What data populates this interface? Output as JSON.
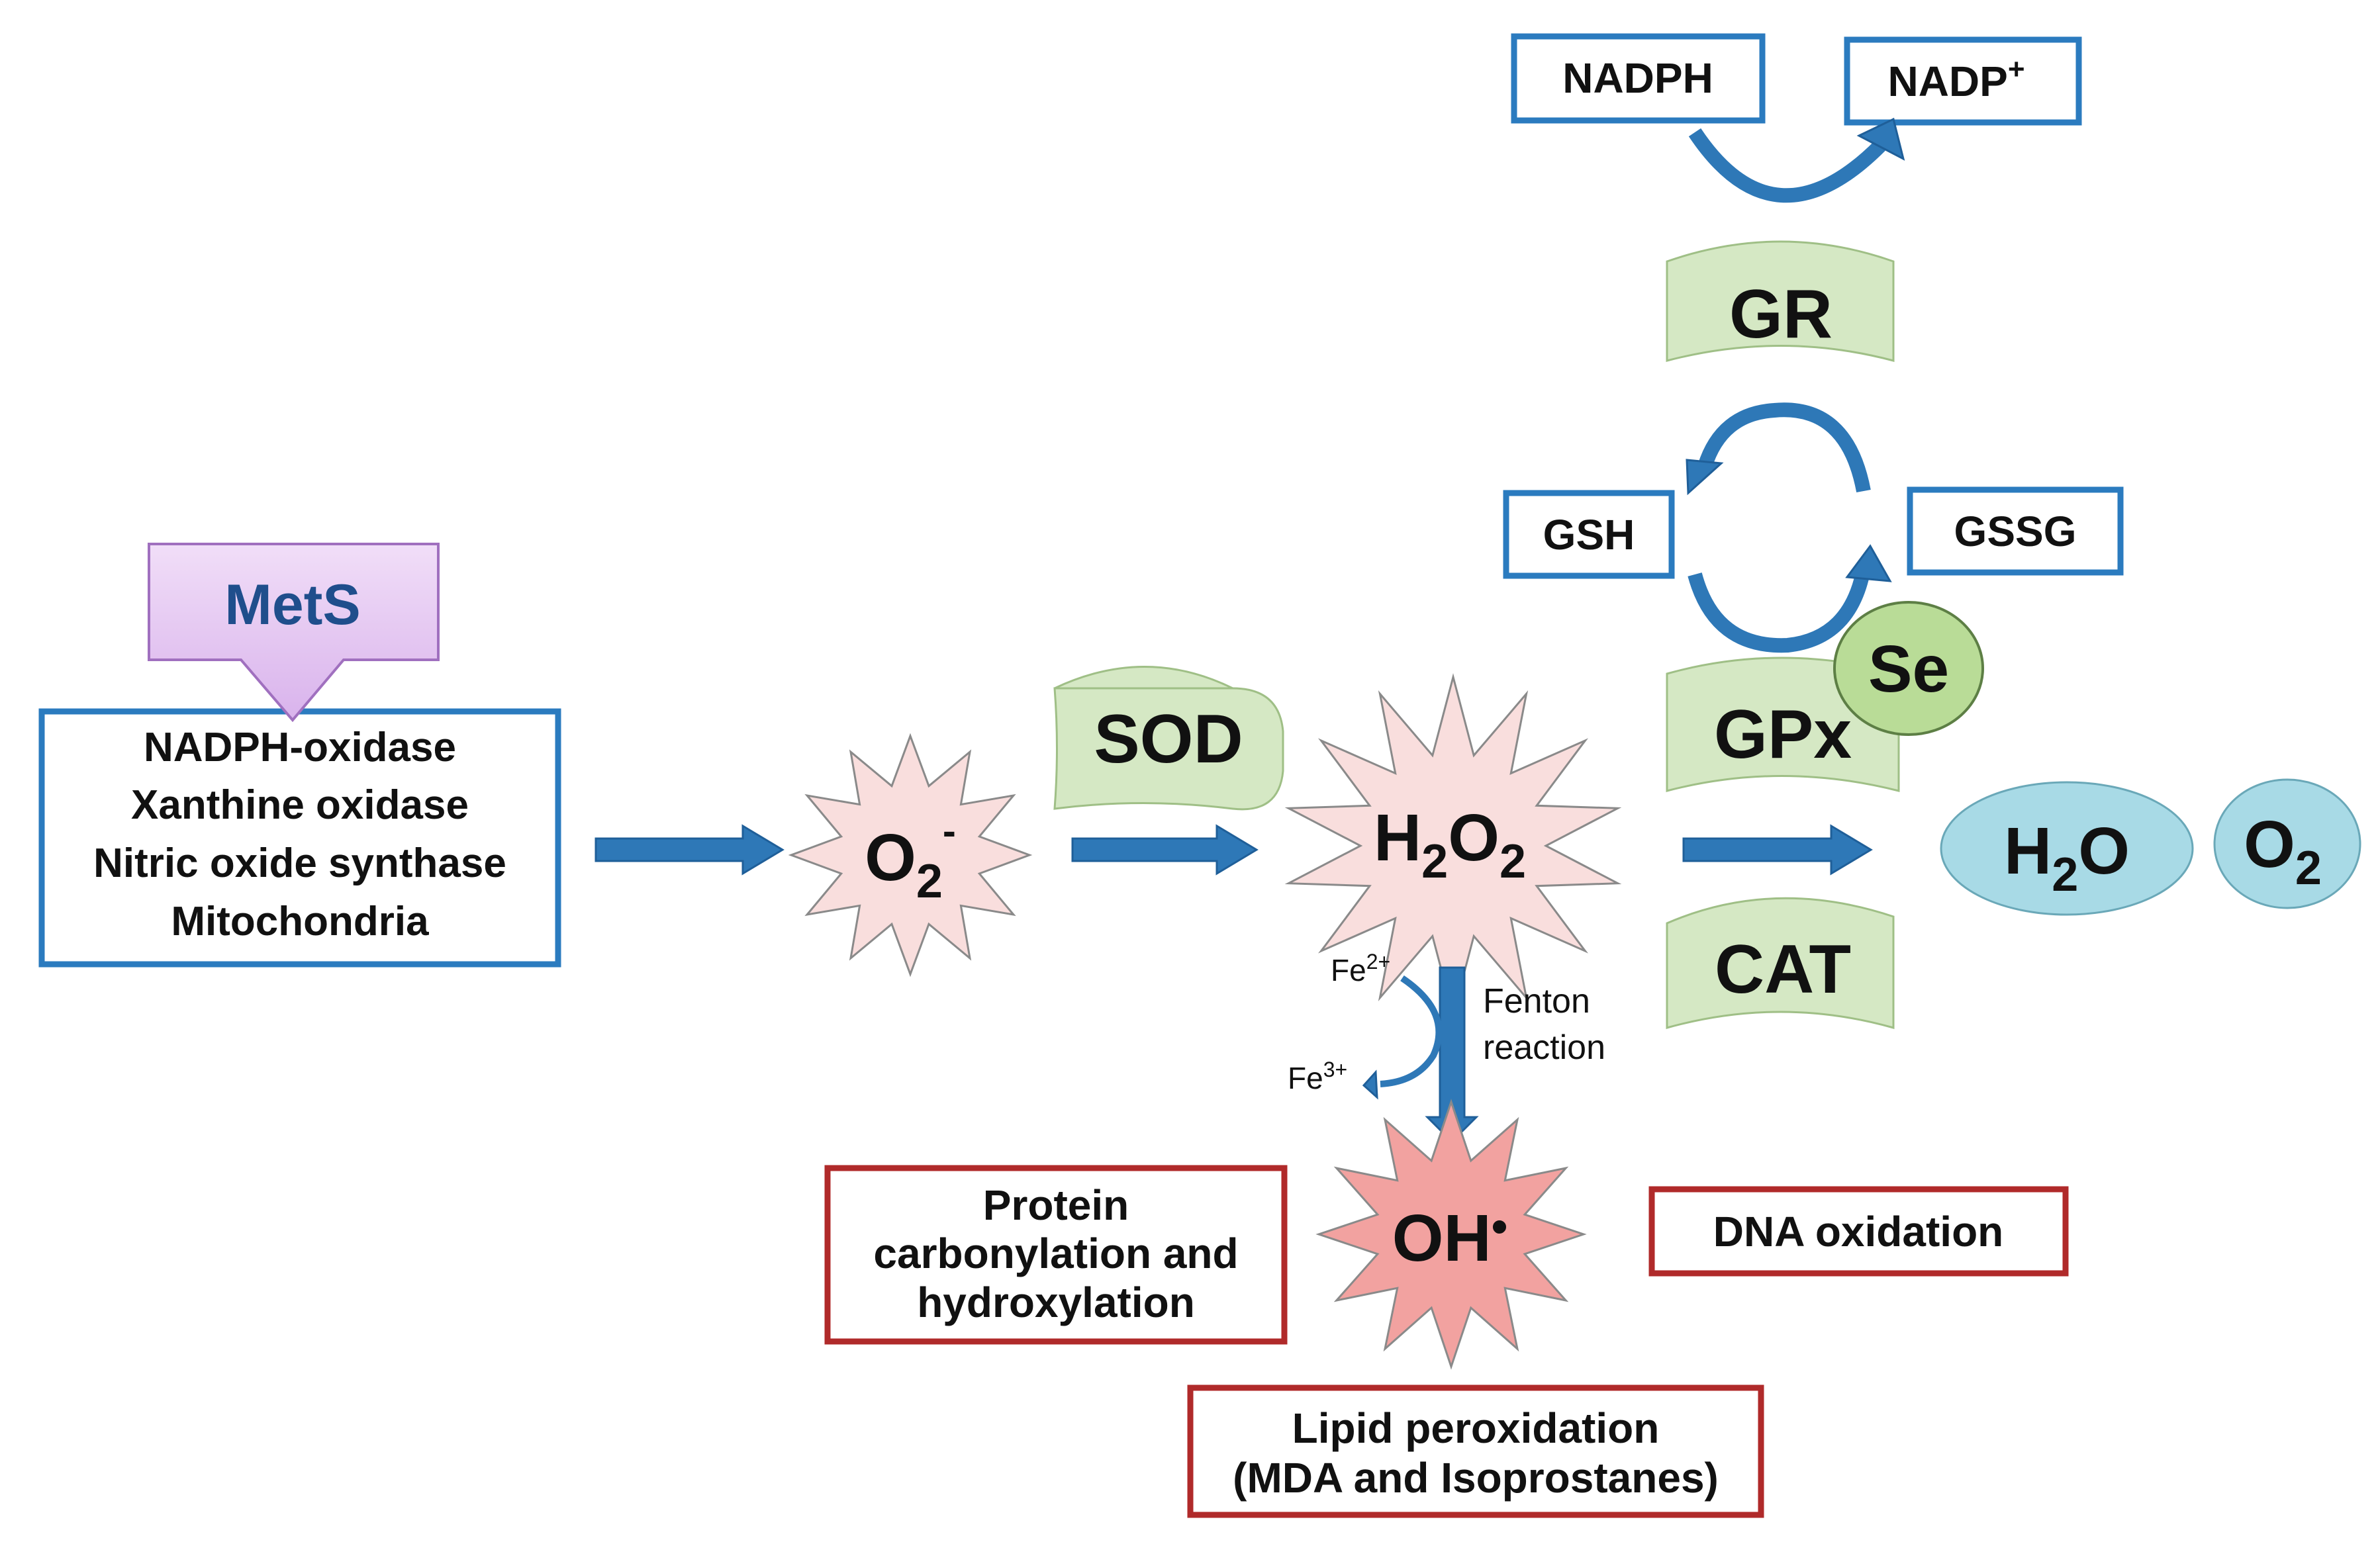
{
  "mets": {
    "label": "MetS"
  },
  "sources": {
    "items": [
      "NADPH-oxidase",
      "Xanthine oxidase",
      "Nitric oxide synthase",
      "Mitochondria"
    ]
  },
  "species": {
    "superoxide": {
      "base": "O",
      "sub": "2",
      "sup": "-"
    },
    "peroxide": {
      "p1": "H",
      "s1": "2",
      "p2": "O",
      "s2": "2"
    },
    "hydroxyl": {
      "label": "OH",
      "dot": "•"
    },
    "water": {
      "p1": "H",
      "s1": "2",
      "p2": "O"
    },
    "oxygen": {
      "base": "O",
      "sub": "2"
    }
  },
  "enzymes": {
    "sod": "SOD",
    "gr": "GR",
    "gpx": "GPx",
    "cat": "CAT",
    "se": "Se"
  },
  "cofactors": {
    "nadph": "NADPH",
    "nadp": {
      "base": "NADP",
      "sup": "+"
    },
    "gsh": "GSH",
    "gssg": "GSSG"
  },
  "fenton": {
    "line1": "Fenton",
    "line2": "reaction",
    "fe2": {
      "base": "Fe",
      "sup": "2+"
    },
    "fe3": {
      "base": "Fe",
      "sup": "3+"
    }
  },
  "damage": {
    "protein": [
      "Protein",
      "carbonylation and",
      "hydroxylation"
    ],
    "dna": "DNA oxidation",
    "lipid": [
      "Lipid peroxidation",
      "(MDA and Isoprostanes)"
    ]
  },
  "colors": {
    "arrow": "#2e78b7",
    "blue_border": "#2b7bbf",
    "red_border": "#b02a2a",
    "enzyme_fill": "#d5e8c4",
    "oval_fill": "#a8dae6",
    "mets_fill": "#e6c9f3",
    "se_fill": "#b9dc97"
  }
}
